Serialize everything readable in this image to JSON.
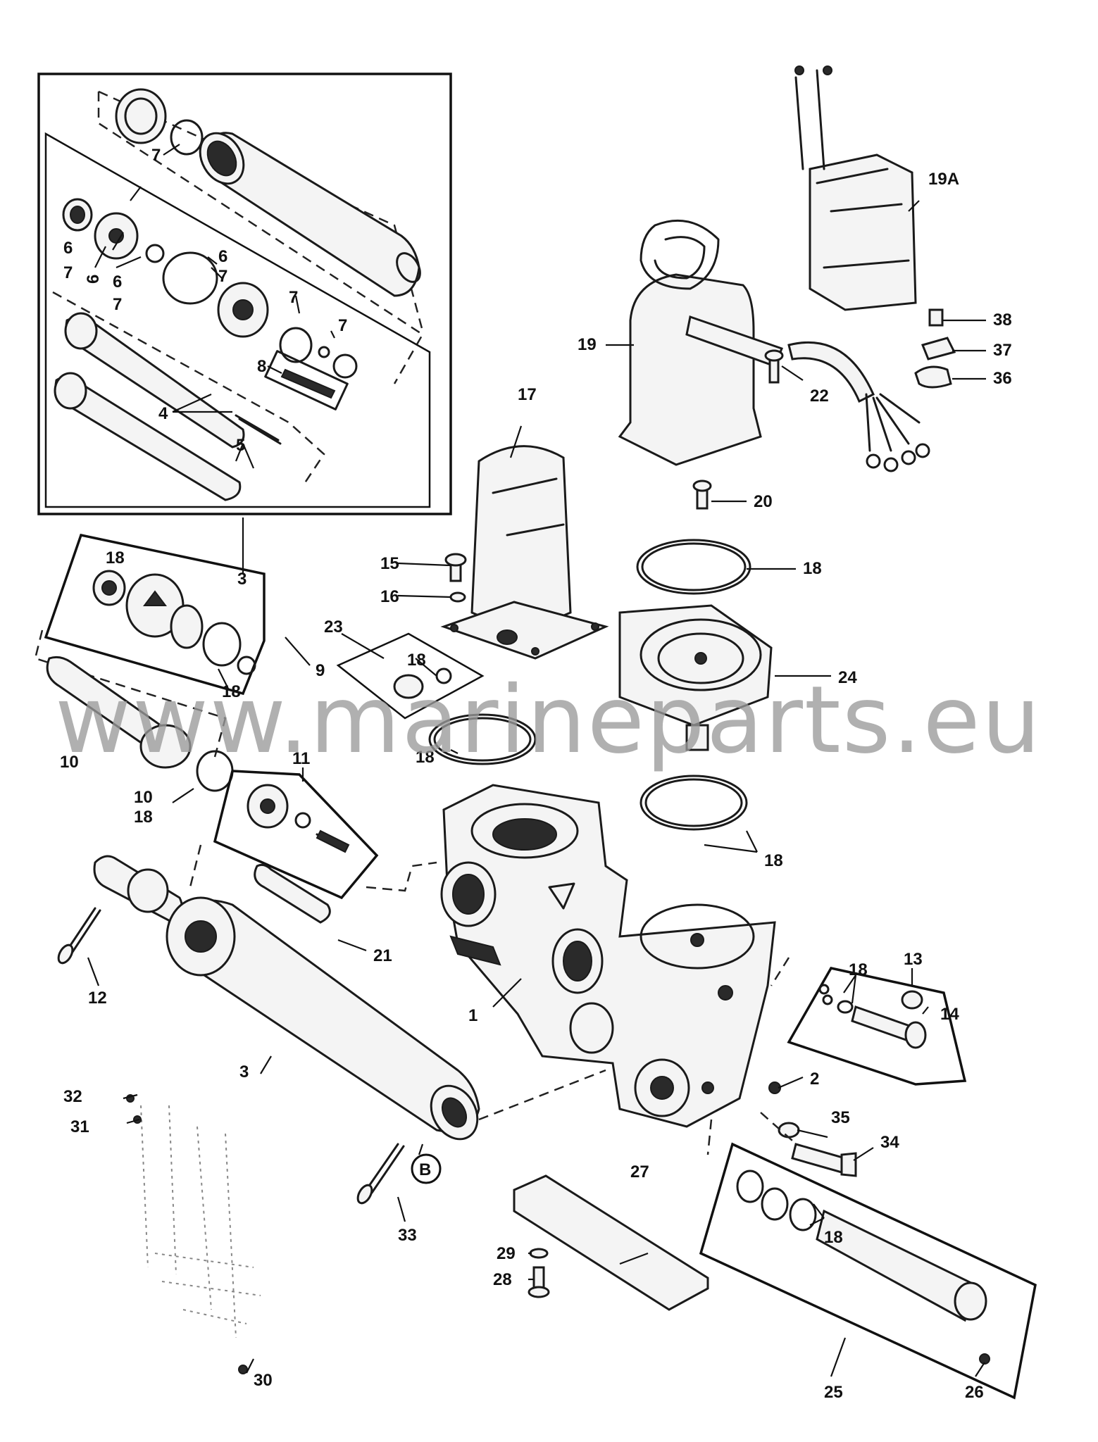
{
  "labels": {
    "l1": "1",
    "l2": "2",
    "l3a": "3",
    "l3b": "3",
    "l4": "4",
    "l5": "5",
    "l6a": "6",
    "l7a": "7",
    "l6b": "6",
    "l6c": "6",
    "l7b": "7",
    "l6d": "6",
    "l7c": "7",
    "l7d": "7",
    "l7e": "7",
    "l7f": "7",
    "l8": "8",
    "l9": "9",
    "l10a": "10",
    "l10b": "10",
    "l18a": "18",
    "l11": "11",
    "l12": "12",
    "l13": "13",
    "l14": "14",
    "l15": "15",
    "l16": "16",
    "l17": "17",
    "l18b": "18",
    "l18c": "18",
    "l18d": "18",
    "l18e": "18",
    "l18f": "18",
    "l18g": "18",
    "l18h": "18",
    "l18i": "18",
    "l19": "19",
    "l19A": "19A",
    "l20": "20",
    "l21": "21",
    "l22": "22",
    "l23": "23",
    "l24": "24",
    "l25": "25",
    "l26": "26",
    "l27": "27",
    "l28": "28",
    "l29": "29",
    "l30": "30",
    "l31": "31",
    "l32": "32",
    "l33": "33",
    "l34": "34",
    "l35": "35",
    "l36": "36",
    "l37": "37",
    "l38": "38",
    "lB": "B"
  },
  "watermark": "www.marineparts.eu"
}
